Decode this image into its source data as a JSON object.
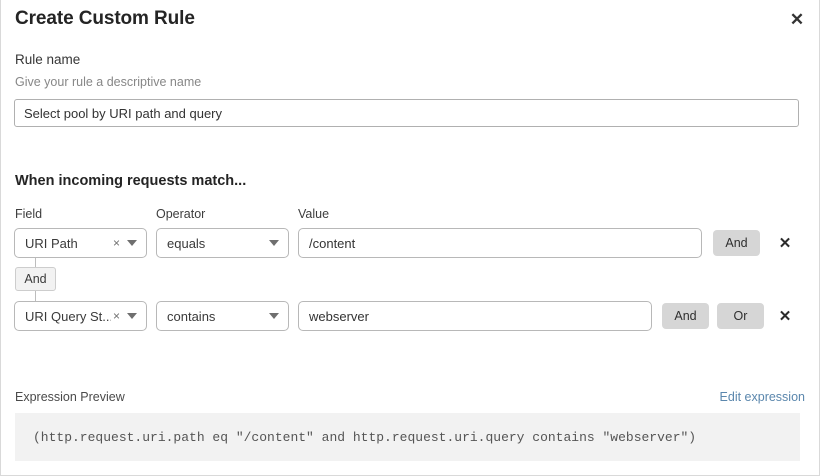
{
  "dialog": {
    "title": "Create Custom Rule",
    "close_icon": "close-icon"
  },
  "rule_name": {
    "label": "Rule name",
    "help": "Give your rule a descriptive name",
    "value": "Select pool by URI path and query",
    "placeholder": ""
  },
  "conditions": {
    "section_title": "When incoming requests match...",
    "columns": {
      "field": "Field",
      "operator": "Operator",
      "value": "Value"
    },
    "group_connector": "And",
    "rows": [
      {
        "field": "URI Path",
        "operator": "equals",
        "value": "/content",
        "clear_icon": "clear-x-icon",
        "caret_icon": "chevron-down-icon",
        "buttons": [
          "And"
        ],
        "delete_icon": "delete-x-icon"
      },
      {
        "field": "URI Query St...",
        "operator": "contains",
        "value": "webserver",
        "clear_icon": "clear-x-icon",
        "caret_icon": "chevron-down-icon",
        "buttons": [
          "And",
          "Or"
        ],
        "delete_icon": "delete-x-icon"
      }
    ]
  },
  "expression": {
    "label": "Expression Preview",
    "edit_link": "Edit expression",
    "text": "(http.request.uri.path eq \"/content\" and http.request.uri.query contains \"webserver\")"
  },
  "colors": {
    "link": "#5b87ad",
    "pill_bg": "#d6d6d6",
    "code_bg": "#f2f2f2",
    "border": "#b8b8b8"
  }
}
